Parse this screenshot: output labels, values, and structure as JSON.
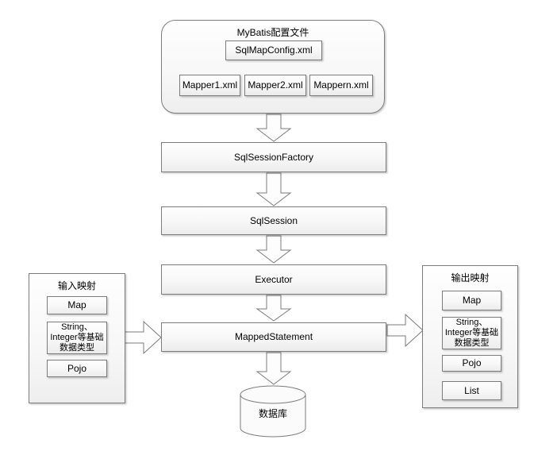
{
  "diagram": {
    "config_container": {
      "title": "MyBatis配置文件",
      "main_file": "SqlMapConfig.xml",
      "mappers": [
        "Mapper1.xml",
        "Mapper2.xml",
        "Mappern.xml"
      ]
    },
    "flow_nodes": [
      "SqlSessionFactory",
      "SqlSession",
      "Executor",
      "MappedStatement"
    ],
    "database_label": "数据库",
    "input_panel": {
      "title": "输入映射",
      "items": [
        "Map",
        "String、\nInteger等基础\n数据类型",
        "Pojo"
      ]
    },
    "output_panel": {
      "title": "输出映射",
      "items": [
        "Map",
        "String、\nInteger等基础\n数据类型",
        "Pojo",
        "List"
      ]
    },
    "connectors": [
      {
        "from": "MyBatis配置文件",
        "to": "SqlSessionFactory",
        "direction": "down"
      },
      {
        "from": "SqlSessionFactory",
        "to": "SqlSession",
        "direction": "down"
      },
      {
        "from": "SqlSession",
        "to": "Executor",
        "direction": "down"
      },
      {
        "from": "Executor",
        "to": "MappedStatement",
        "direction": "down"
      },
      {
        "from": "MappedStatement",
        "to": "数据库",
        "direction": "down"
      },
      {
        "from": "输入映射",
        "to": "MappedStatement",
        "direction": "right"
      },
      {
        "from": "MappedStatement",
        "to": "输出映射",
        "direction": "right"
      }
    ],
    "colors": {
      "border": "#7c7c7c",
      "fill_top": "#fefefe",
      "fill_bottom": "#ececec",
      "text": "#000000",
      "background": "#ffffff"
    }
  }
}
